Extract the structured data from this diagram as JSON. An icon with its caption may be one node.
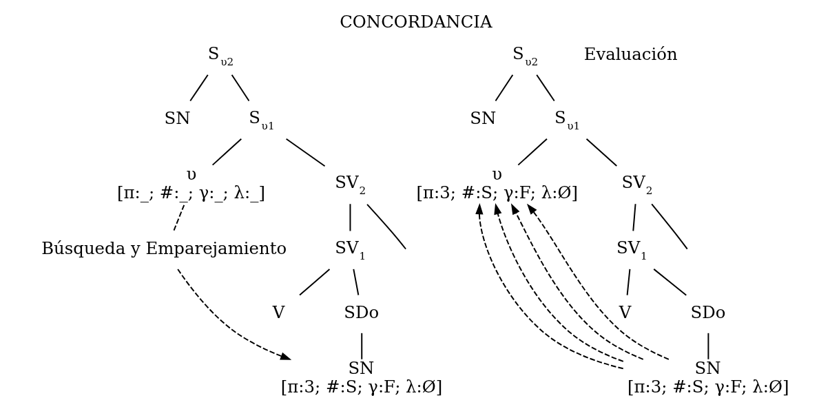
{
  "diagram": {
    "title": "CONCORDANCIA",
    "nodes": [
      {
        "text": [
          "S$_{υ2}$"
        ]
      },
      {
        "text": [
          "SN"
        ]
      },
      {
        "text": [
          "S$_{υ1}$"
        ]
      },
      {
        "text": [
          "υ",
          "[π:_; #:_; γ:_; λ:_]"
        ]
      },
      {
        "text": [
          "SV$_{2}$"
        ]
      },
      {
        "text": [
          "SV$_{1}$"
        ]
      },
      {
        "text": [
          "V"
        ]
      },
      {
        "text": [
          "SDo"
        ]
      },
      {
        "text": [
          "SN",
          "[π:3; #:S; γ:F; λ:Ø]"
        ]
      },
      {
        "text": [
          "Búsqueda y Emparejamiento"
        ]
      },
      {
        "text": [
          "S$_{υ2}$"
        ]
      },
      {
        "text": [
          "SN"
        ]
      },
      {
        "text": [
          "S$_{υ1}$"
        ]
      },
      {
        "text": [
          "υ",
          "[π:3; #:S; γ:F; λ:Ø]"
        ]
      },
      {
        "text": [
          "SV$_{2}$"
        ]
      },
      {
        "text": [
          "SV$_{1}$"
        ]
      },
      {
        "text": [
          "V"
        ]
      },
      {
        "text": [
          "SDo"
        ]
      },
      {
        "text": [
          "SN",
          "[π:3; #:S; γ:F; λ:Ø]"
        ]
      }
    ],
    "edges": [
      {
        "from": 0,
        "to": 1,
        "arrow": "none"
      },
      {
        "from": 0,
        "to": 2,
        "arrow": "none"
      },
      {
        "from": 2,
        "to": 3,
        "arrow": "none"
      },
      {
        "from": 2,
        "to": 4,
        "arrow": "none"
      },
      {
        "from": 4,
        "to": null,
        "arrow": "none"
      },
      {
        "from": 4,
        "to": 5,
        "arrow": "none"
      },
      {
        "from": 5,
        "to": 6,
        "arrow": "none"
      },
      {
        "from": 5,
        "to": 7,
        "arrow": "none"
      },
      {
        "from": 7,
        "to": 8,
        "arrow": "none"
      },
      {
        "from": 3,
        "to": 9,
        "arrow": "none",
        "style": "dashed"
      },
      {
        "from": 9,
        "to": 8,
        "arrow": "to",
        "style": "dashed"
      },
      {
        "from": 10,
        "to": 11,
        "arrow": "none"
      },
      {
        "from": 10,
        "to": 12,
        "arrow": "none"
      },
      {
        "from": 12,
        "to": 13,
        "arrow": "none"
      },
      {
        "from": 12,
        "to": 14,
        "arrow": "none"
      },
      {
        "from": 14,
        "to": null,
        "arrow": "none"
      },
      {
        "from": 14,
        "to": 15,
        "arrow": "none"
      },
      {
        "from": 15,
        "to": 16,
        "arrow": "none"
      },
      {
        "from": 15,
        "to": 17,
        "arrow": "none"
      },
      {
        "from": 17,
        "to": 18,
        "arrow": "none"
      },
      {
        "from": 18,
        "to": 13,
        "arrow": "to",
        "style": "dashed"
      },
      {
        "from": 18,
        "to": 13,
        "arrow": "to",
        "style": "dashed"
      },
      {
        "from": 18,
        "to": 13,
        "arrow": "to",
        "style": "dashed"
      },
      {
        "from": 18,
        "to": 13,
        "arrow": "to",
        "style": "dashed"
      }
    ],
    "labels": [
      "Evaluación"
    ]
  }
}
